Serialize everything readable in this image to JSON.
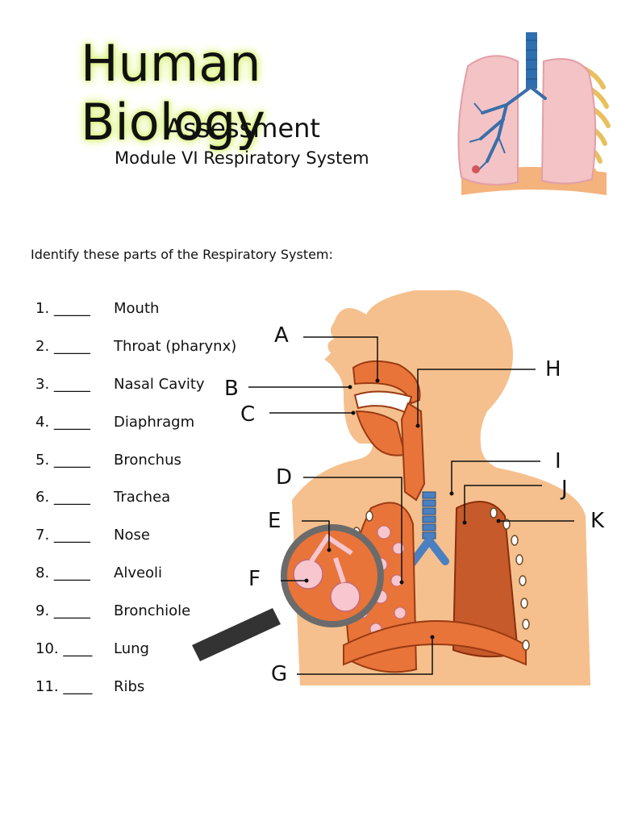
{
  "header": {
    "title": "Human Biology",
    "subtitle": "Assessment",
    "module": "Module VI Respiratory System"
  },
  "instructions": "Identify these parts of the Respiratory System:",
  "questions": [
    {
      "number": "1. _____",
      "term": "Mouth"
    },
    {
      "number": "2. _____",
      "term": "Throat (pharynx)"
    },
    {
      "number": "3. _____",
      "term": "Nasal Cavity"
    },
    {
      "number": "4. _____",
      "term": "Diaphragm"
    },
    {
      "number": "5. _____",
      "term": "Bronchus"
    },
    {
      "number": "6. _____",
      "term": "Trachea"
    },
    {
      "number": "7. _____",
      "term": "Nose"
    },
    {
      "number": "8. _____",
      "term": "Alveoli"
    },
    {
      "number": "9. _____",
      "term": "Bronchiole"
    },
    {
      "number": "10. ____",
      "term": "Lung"
    },
    {
      "number": "11. ____",
      "term": "Ribs"
    }
  ],
  "diagram_labels": {
    "A": "A",
    "B": "B",
    "C": "C",
    "D": "D",
    "E": "E",
    "F": "F",
    "G": "G",
    "H": "H",
    "I": "I",
    "J": "J",
    "K": "K"
  },
  "colors": {
    "skin": "#f5c08e",
    "organ": "#e8743a",
    "lung_dark": "#c65a2a",
    "airway": "#4a7fc0",
    "header_glow": "#d8f27a"
  }
}
